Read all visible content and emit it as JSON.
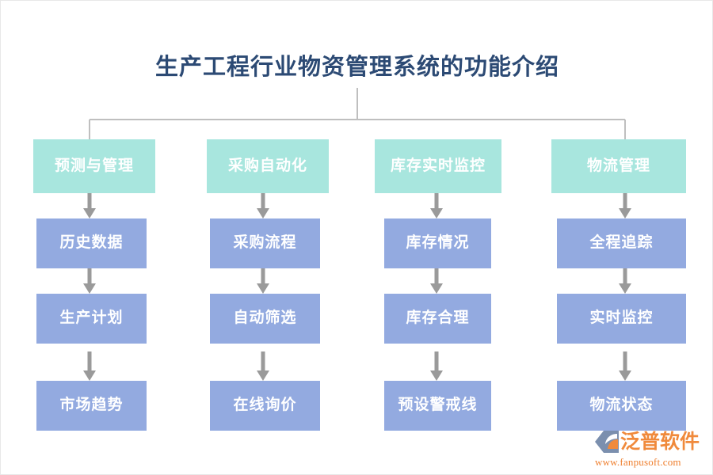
{
  "diagram": {
    "title": "生产工程行业物资管理系统的功能介绍",
    "title_color": "#2c4a74",
    "background_color": "#ffffff",
    "header_color": "#a8e6de",
    "item_color": "#93aae0",
    "connector_color": "#bfbfbf",
    "arrow_color": "#9a9a9a",
    "columns": [
      {
        "header": "预测与管理",
        "items": [
          "历史数据",
          "生产计划",
          "市场趋势"
        ]
      },
      {
        "header": "采购自动化",
        "items": [
          "采购流程",
          "自动筛选",
          "在线询价"
        ]
      },
      {
        "header": "库存实时监控",
        "items": [
          "库存情况",
          "库存合理",
          "预设警戒线"
        ]
      },
      {
        "header": "物流管理",
        "items": [
          "全程追踪",
          "实时监控",
          "物流状态"
        ]
      }
    ]
  },
  "logo": {
    "name": "泛普软件",
    "url": "www.fanpusoft.com",
    "mark_name": "fanpu-chevron-icon",
    "primary_color": "#f08a3c",
    "mark_color": "#7b8fae"
  }
}
